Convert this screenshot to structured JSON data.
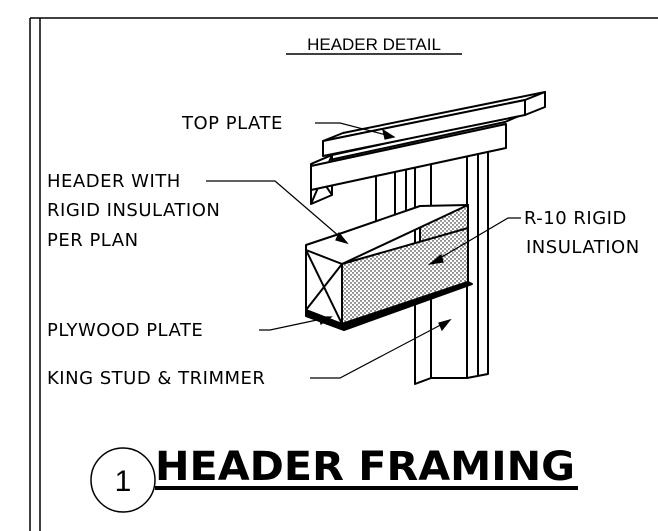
{
  "detail": {
    "subtitle": "HEADER DETAIL",
    "title": "HEADER FRAMING",
    "number": "1"
  },
  "labels": {
    "top_plate": "TOP PLATE",
    "header_line1": "HEADER WITH",
    "header_line2": "RIGID INSULATION",
    "header_line3": "PER PLAN",
    "rigid_line1": "R-10 RIGID",
    "rigid_line2": "INSULATION",
    "plywood": "PLYWOOD PLATE",
    "king_stud": "KING STUD & TRIMMER"
  }
}
